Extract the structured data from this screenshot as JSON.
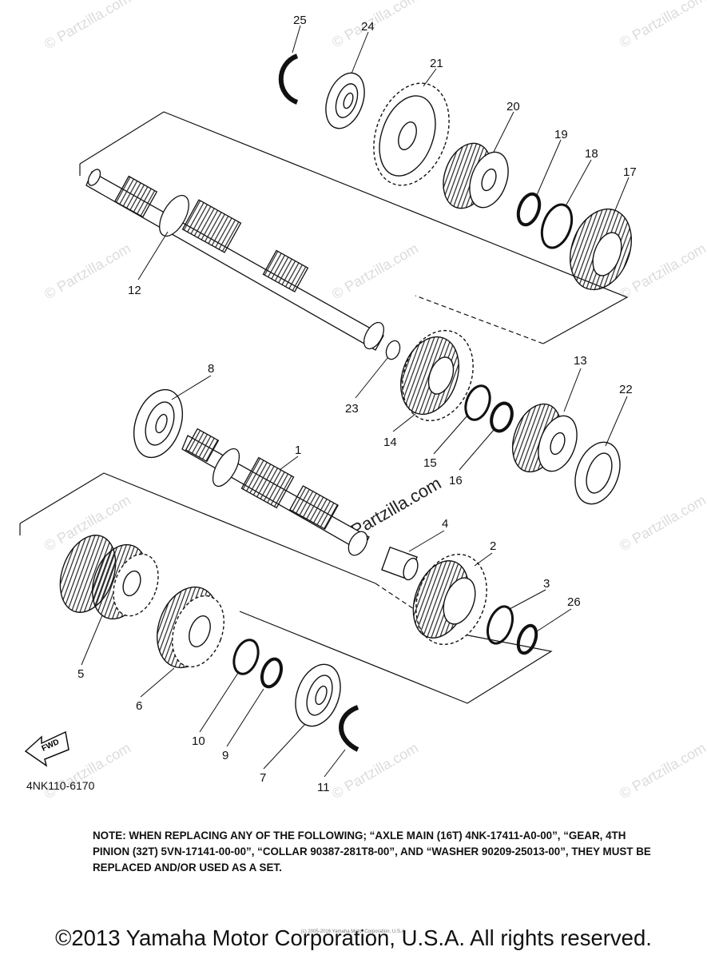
{
  "diagram": {
    "callouts": [
      "25",
      "24",
      "21",
      "20",
      "19",
      "18",
      "17",
      "12",
      "23",
      "8",
      "14",
      "13",
      "22",
      "1",
      "15",
      "16",
      "4",
      "2",
      "3",
      "26",
      "5",
      "6",
      "10",
      "9",
      "7",
      "11"
    ],
    "part_code": "4NK110-6170",
    "fwd_label": "FWD",
    "watermark": "© Partzilla.com",
    "watermark_center": "Partzilla.com"
  },
  "note": "NOTE: WHEN REPLACING ANY OF THE FOLLOWING; “AXLE MAIN (16T) 4NK-17411-A0-00”, “GEAR, 4TH PINION (32T) 5VN-17141-00-00”, “COLLAR 90387-281T8-00”, AND “WASHER 90209-25013-00”, THEY MUST BE REPLACED AND/OR USED AS A SET.",
  "footer": {
    "copyright": "©2013 Yamaha Motor Corporation, U.S.A. All rights reserved.",
    "fine_print": "(c) 2005-2016 Yamaha Motor Corporation, U.S.A."
  },
  "icons": [
    "fwd-arrow-icon"
  ]
}
